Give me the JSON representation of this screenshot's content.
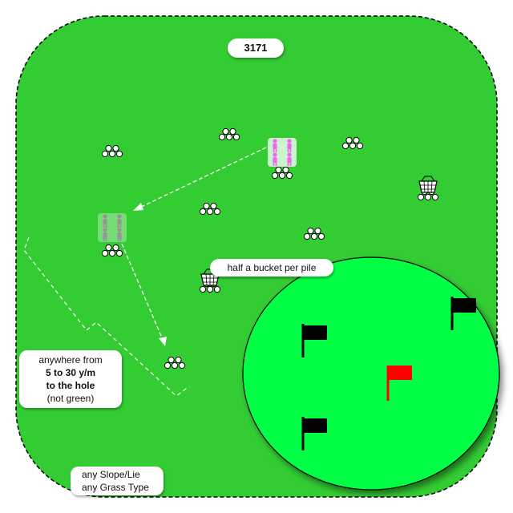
{
  "drill": {
    "id_label": "3171",
    "bucket_note": "half a bucket per pile",
    "distance_note": {
      "line1": "anywhere from",
      "line2": "5 to 30 y/m",
      "line3": "to the hole",
      "line4": "(not green)"
    },
    "terrain_note": {
      "line1": "any Slope/Lie",
      "line2": "any Grass Type"
    }
  },
  "colors": {
    "fairway": "#33cc33",
    "green": "#00ff44",
    "hole_flag": "#ff0000",
    "other_flags": "#000000",
    "player": "#ee66ee"
  },
  "icons": {
    "ball_pile": "ball-pile-icon",
    "basket": "ball-basket-icon",
    "players": "player-group-icon",
    "flag": "flag-icon"
  }
}
